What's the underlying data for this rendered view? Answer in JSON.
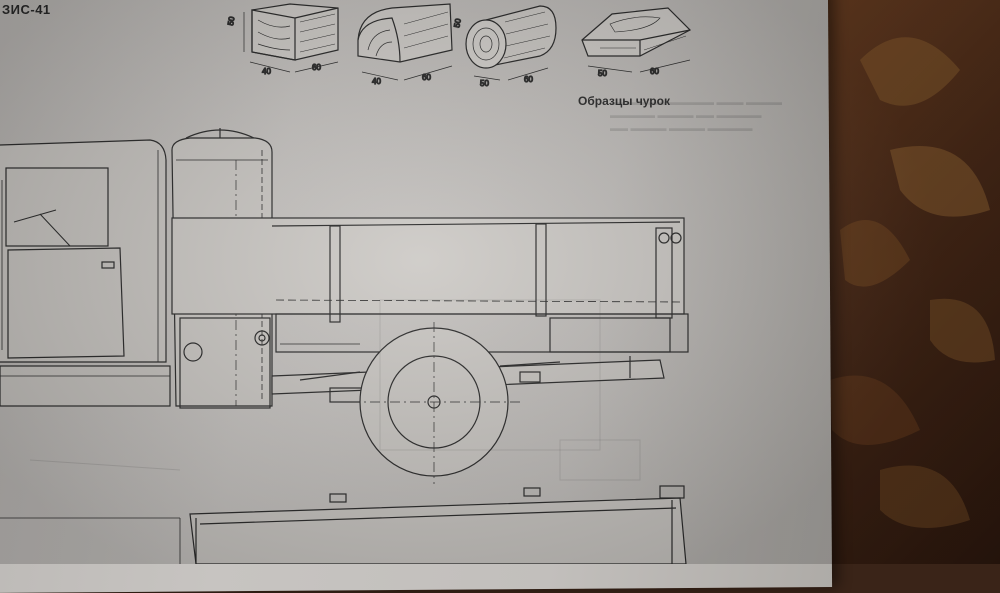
{
  "model_label": "ЗИС-41",
  "samples_caption": "Образцы чурок",
  "samples": [
    {
      "shape": "block",
      "dim_height": "50",
      "dim_width": "40",
      "dim_length": "60"
    },
    {
      "shape": "rounded",
      "dim_width": "40",
      "dim_length": "60"
    },
    {
      "shape": "log",
      "dim_height": "50",
      "dim_width": "50",
      "dim_length": "60"
    },
    {
      "shape": "wedge",
      "dim_width": "50",
      "dim_length": "60"
    }
  ]
}
